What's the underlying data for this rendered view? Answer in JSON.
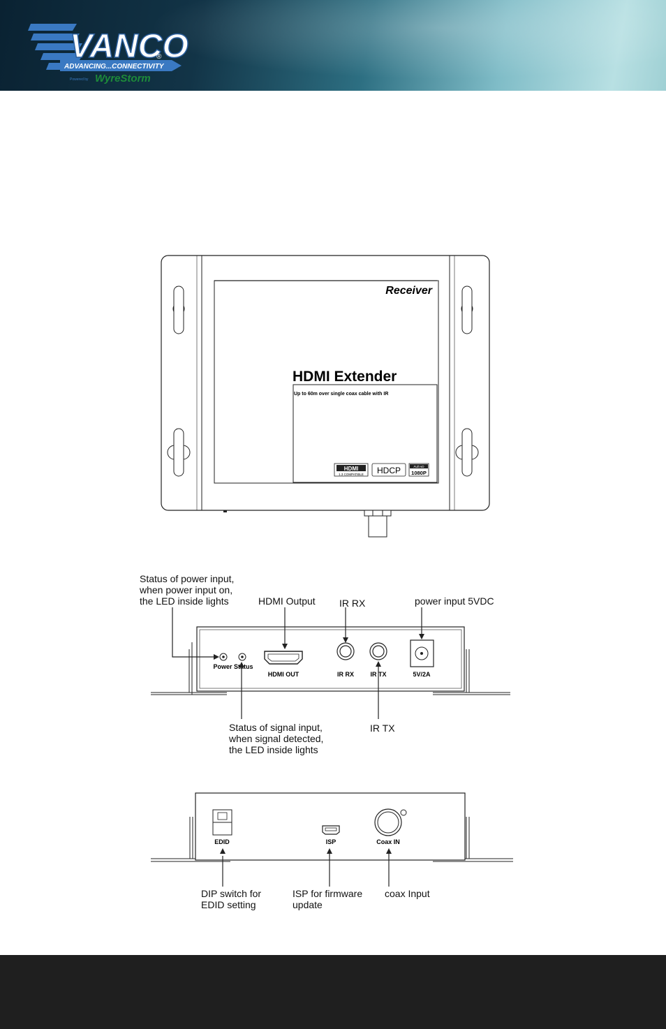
{
  "brand": {
    "name": "VANCO",
    "registered": "®",
    "tagline": "ADVANCING...CONNECTIVITY",
    "sub_brand": "WyreStorm",
    "sub_prefix": "Powered by"
  },
  "top_view": {
    "label_receiver": "Receiver",
    "product_title": "HDMI Extender",
    "product_subtitle": "Up to 60m over single coax cable with IR",
    "badge_hdmi": "HDMI",
    "badge_hdmi_sub": "1.3 COMPATIBLE",
    "badge_hdcp": "HDCP",
    "badge_fullhd": "Full HD",
    "badge_1080p": "1080P"
  },
  "front_panel": {
    "port_labels": {
      "power_status": "Power Status",
      "hdmi_out": "HDMI OUT",
      "ir_rx": "IR RX",
      "ir_tx": "IR TX",
      "power": "5V/2A"
    },
    "callouts": {
      "power_led": "Status of power input,\nwhen power input on,\nthe LED inside lights",
      "hdmi_output": "HDMI Output",
      "ir_rx": "IR RX",
      "power_input": "power input 5VDC",
      "signal_led": "Status of signal input,\nwhen signal detected,\nthe LED inside lights",
      "ir_tx": "IR TX"
    }
  },
  "rear_panel": {
    "port_labels": {
      "edid": "EDID",
      "isp": "ISP",
      "coax_in": "Coax IN"
    },
    "callouts": {
      "dip_switch": "DIP switch for\nEDID setting",
      "isp": "ISP for firmware\nupdate",
      "coax_input": "coax Input"
    }
  },
  "colors": {
    "header_dark": "#0a2232",
    "header_light": "#b8e0e3",
    "logo_blue": "#3a79c2",
    "wyrestorm_green": "#1d8a3a",
    "wyrestorm_red": "#d2232a",
    "footer": "#1f1f1f"
  }
}
